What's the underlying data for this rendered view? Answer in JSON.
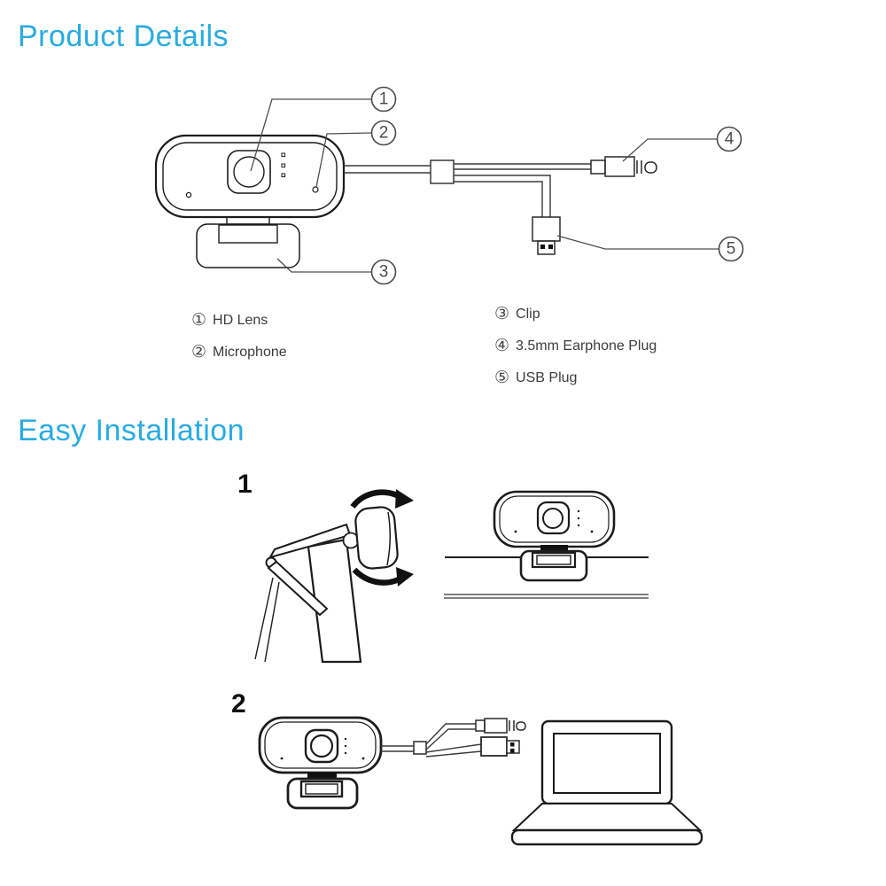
{
  "page": {
    "background": "#ffffff",
    "accent_color": "#29abe2",
    "line_color": "#1c1c1c"
  },
  "sections": {
    "product_details_title": "Product Details",
    "easy_installation_title": "Easy Installation"
  },
  "diagram": {
    "markers": {
      "m1": "1",
      "m2": "2",
      "m3": "3",
      "m4": "4",
      "m5": "5"
    }
  },
  "legend": {
    "left": [
      {
        "marker": "①",
        "label": "HD Lens"
      },
      {
        "marker": "②",
        "label": "Microphone"
      }
    ],
    "right": [
      {
        "marker": "③",
        "label": "Clip"
      },
      {
        "marker": "④",
        "label": "3.5mm Earphone Plug"
      },
      {
        "marker": "⑤",
        "label": "USB Plug"
      }
    ]
  },
  "steps": {
    "step1": {
      "number": "1"
    },
    "step2": {
      "number": "2"
    }
  }
}
